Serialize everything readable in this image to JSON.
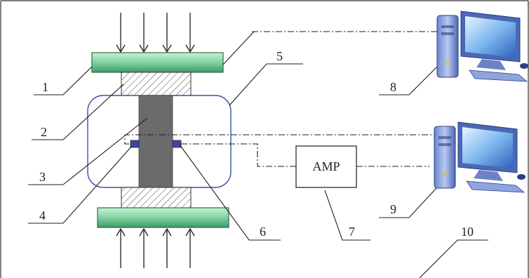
{
  "labels": {
    "plate_top": "1",
    "hatched_block": "2",
    "specimen": "3",
    "sensor_left": "4",
    "chamber": "5",
    "sensor_right": "6",
    "amplifier": "7",
    "computer_top": "8",
    "computer_bottom": "9",
    "frame": "10"
  },
  "amp_box": {
    "text": "AMP"
  },
  "icons": {
    "computer_top": "desktop-computer-icon",
    "computer_bottom": "desktop-computer-icon"
  },
  "colors": {
    "plate_green": "#88d6a8",
    "plate_border": "#2e6b47",
    "chamber_outline": "#3a4fa8",
    "specimen_gray": "#6b6b6b",
    "sensor_blue": "#3f46a8",
    "line": "#1c1c1c"
  }
}
